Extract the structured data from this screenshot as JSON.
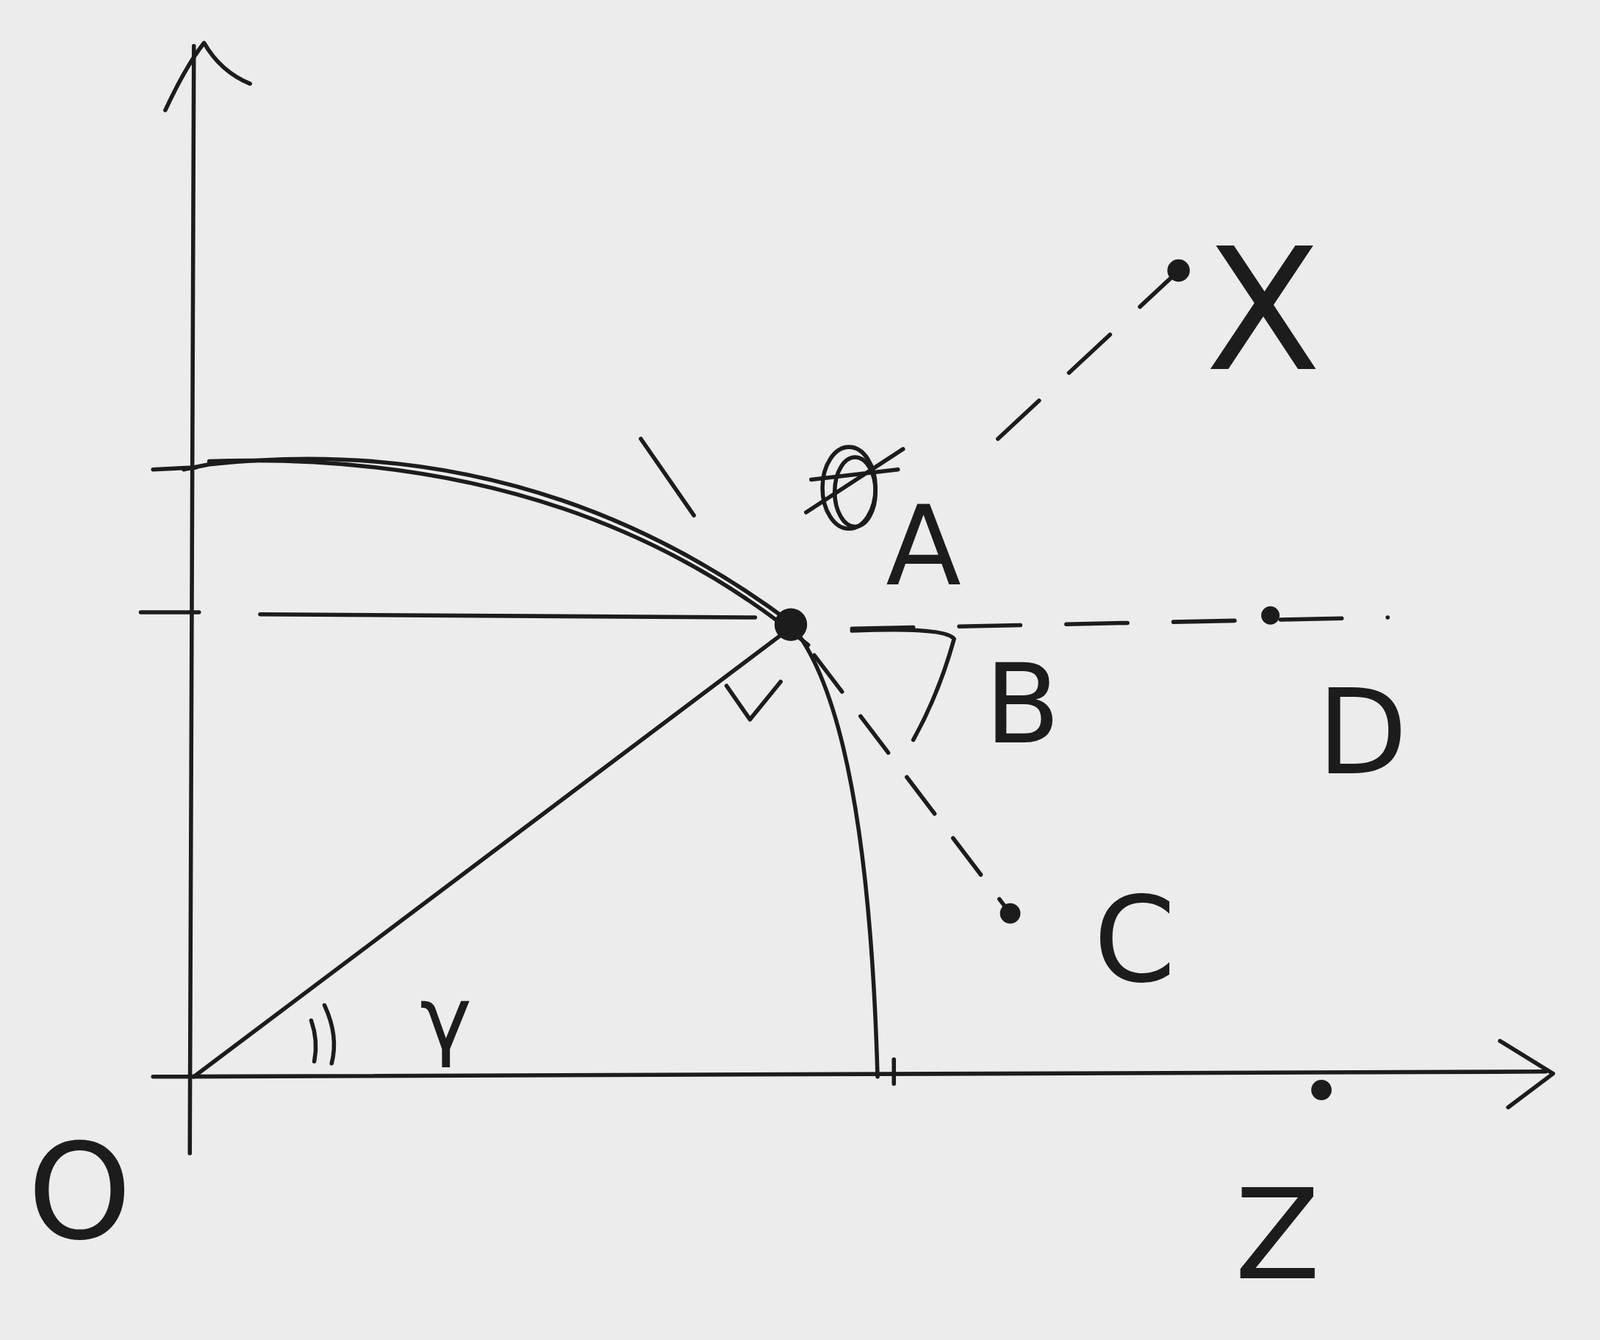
{
  "diagram": {
    "labels": [
      "X",
      "A",
      "B",
      "D",
      "C",
      "γ",
      "O",
      "Z"
    ]
  }
}
